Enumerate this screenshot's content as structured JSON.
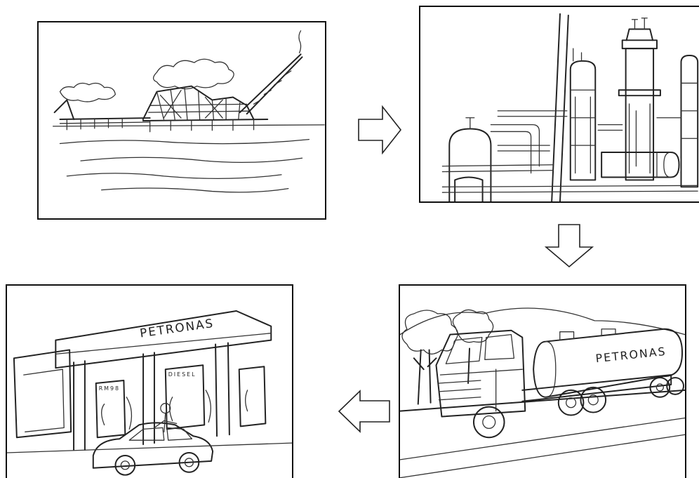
{
  "panels": [
    {
      "stage": "offshore-platform"
    },
    {
      "stage": "refinery"
    },
    {
      "stage": "tanker-truck",
      "tanker_text": "PETRONAS"
    },
    {
      "stage": "petrol-station",
      "canopy_text": "PETRONAS",
      "pump_left_text": "RM98",
      "pump_right_text": "DIESEL"
    }
  ],
  "arrows": [
    {
      "direction": "right",
      "icon": "arrow-right-icon"
    },
    {
      "direction": "down",
      "icon": "arrow-down-icon"
    },
    {
      "direction": "left",
      "icon": "arrow-left-icon"
    }
  ],
  "colors": {
    "ink": "#222222",
    "background": "#ffffff"
  }
}
